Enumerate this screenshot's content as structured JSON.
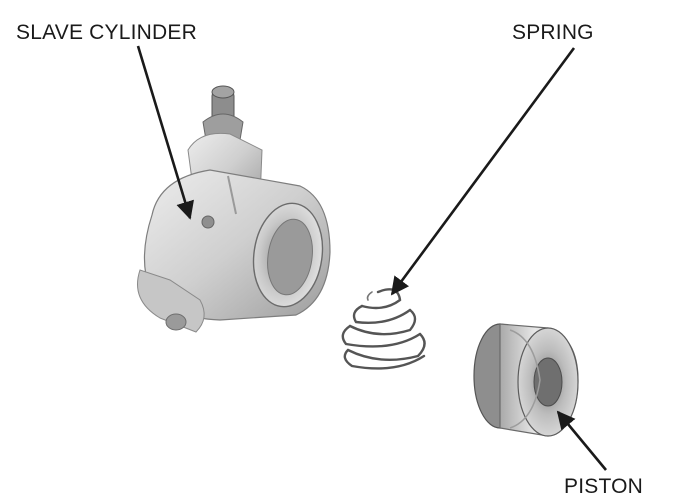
{
  "labels": {
    "slave_cylinder": "SLAVE CYLINDER",
    "spring": "SPRING",
    "piston": "PISTON"
  },
  "parts": [
    {
      "name": "slave-cylinder"
    },
    {
      "name": "spring"
    },
    {
      "name": "piston"
    }
  ],
  "colors": {
    "ink": "#1a1a1a",
    "metal_light": "#e2e2e2",
    "metal_mid": "#bdbdbd",
    "metal_dark": "#6f6f6f",
    "background": "#ffffff"
  }
}
